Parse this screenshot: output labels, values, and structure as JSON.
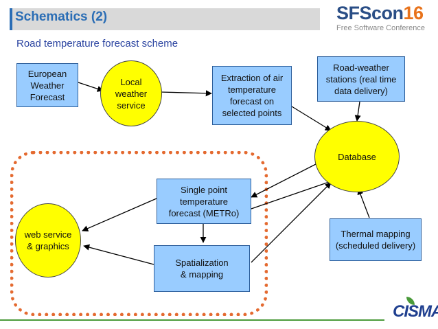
{
  "header": {
    "title": "Schematics (2)",
    "subtitle": "Road temperature forecast scheme"
  },
  "logo": {
    "main": "SFScon",
    "number": "16",
    "tagline": "Free Software Conference"
  },
  "footer_logo": "CISMA",
  "nodes": {
    "ewf": "European\nWeather\nForecast",
    "local": "Local\nweather\nservice",
    "extraction": "Extraction of air\ntemperature\nforecast on\nselected points",
    "stations": "Road-weather\nstations (real time\ndata delivery)",
    "database": "Database",
    "metro": "Single point\ntemperature\nforecast (METRo)",
    "web": "web service\n& graphics",
    "spatial": "Spatialization\n& mapping",
    "thermal": "Thermal mapping\n(scheduled delivery)"
  },
  "colors": {
    "box_fill": "#99ccff",
    "ellipse_fill": "#ffff00",
    "dashed_border": "#e46a30",
    "title_color": "#2a6db5"
  }
}
